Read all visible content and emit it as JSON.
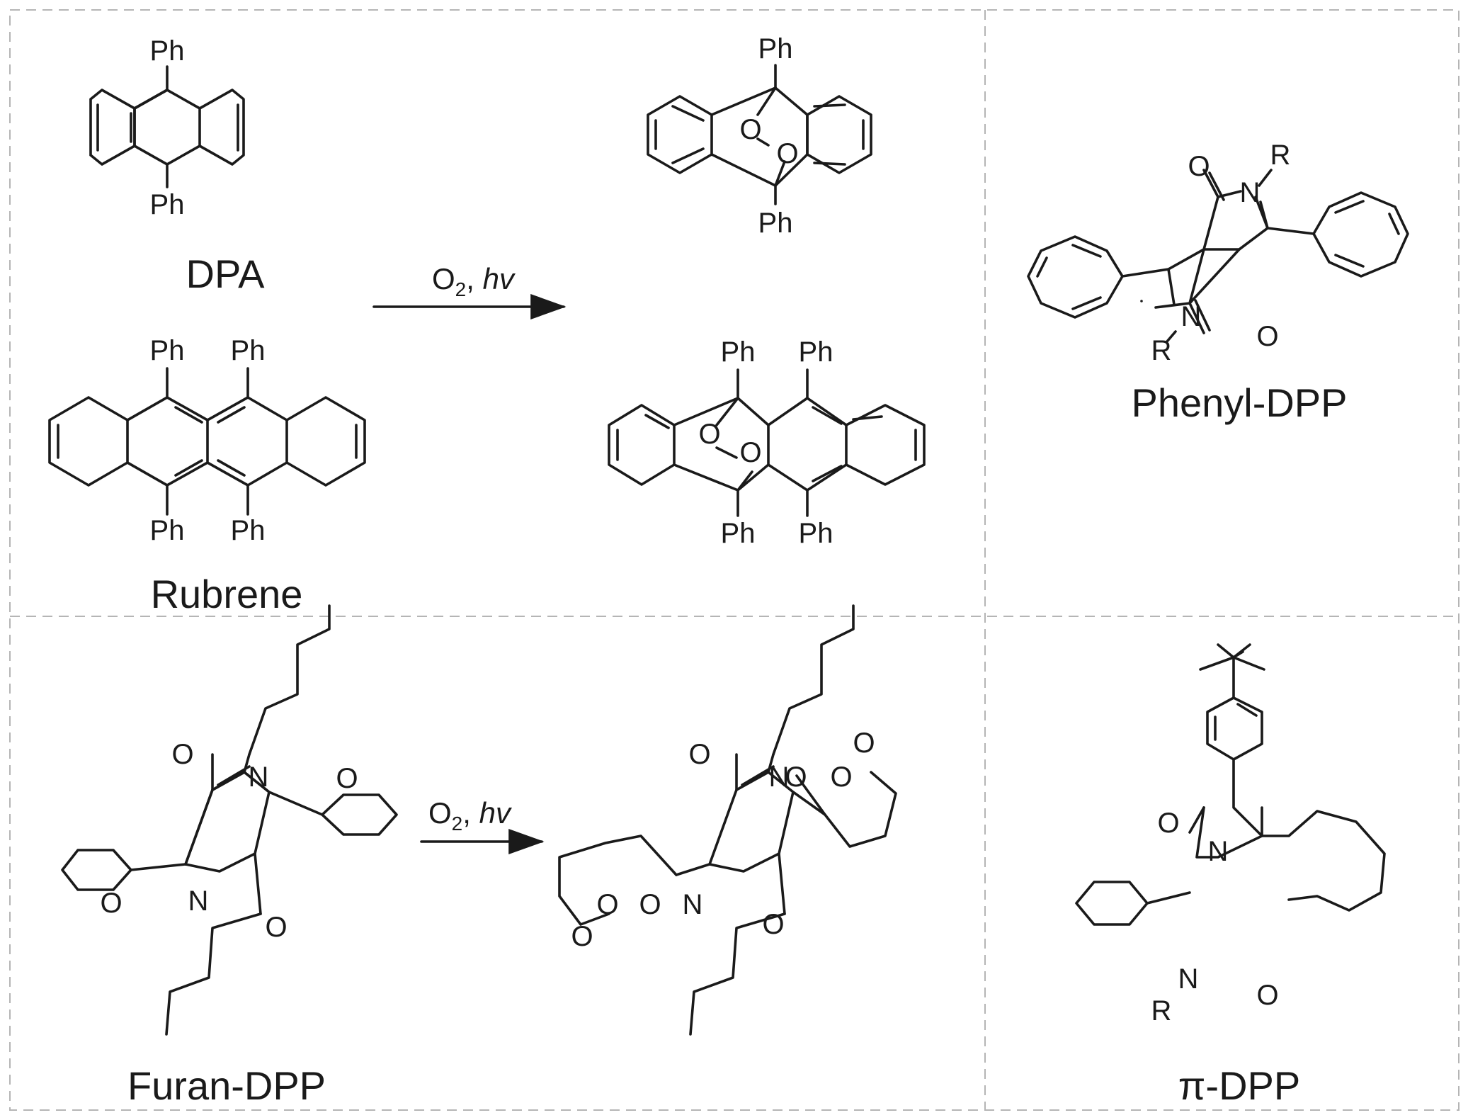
{
  "panels": {
    "top_left": {
      "reactant_1": "DPA",
      "reactant_2": "Rubrene",
      "conditions": {
        "o": "O",
        "two": "2",
        "sep": ", ",
        "hv": "hv"
      }
    },
    "top_right": {
      "name": "Phenyl-DPP"
    },
    "bottom_left": {
      "name": "Furan-DPP",
      "conditions": {
        "o": "O",
        "two": "2",
        "sep": ", ",
        "hv": "hv"
      }
    },
    "bottom_right": {
      "name": "π-DPP"
    }
  },
  "atoms": {
    "ph": "Ph",
    "o": "O",
    "n": "N",
    "r": "R"
  }
}
